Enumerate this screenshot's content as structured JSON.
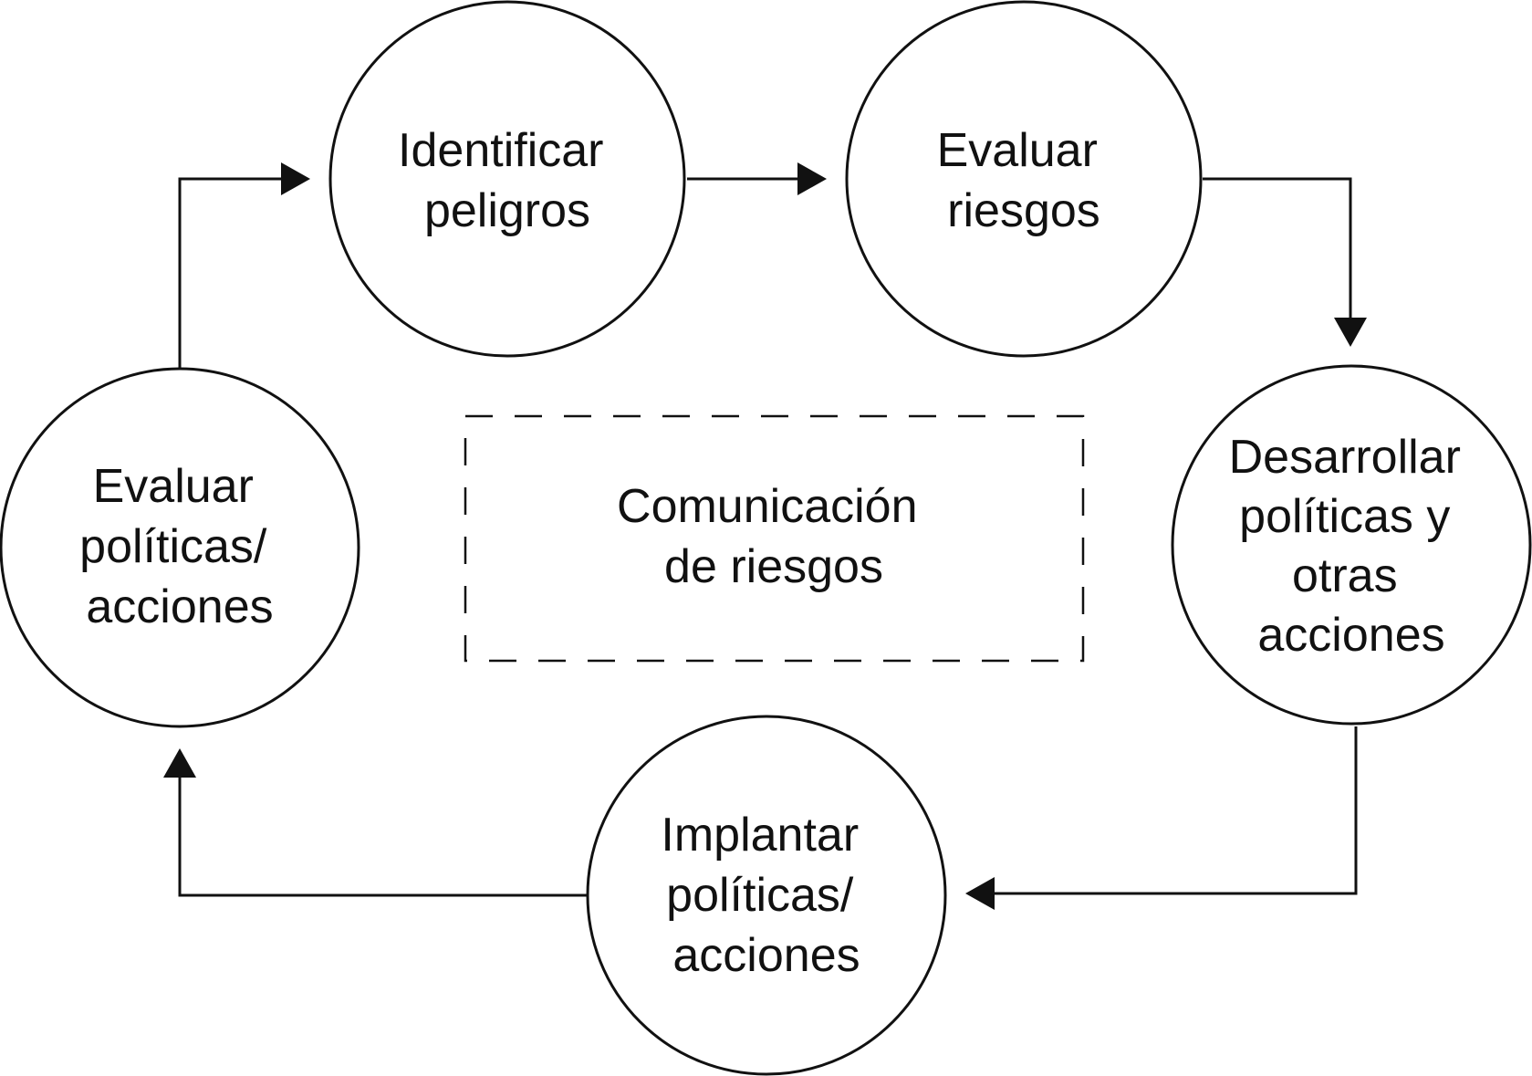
{
  "diagram": {
    "nodes": {
      "identificar": {
        "lines": [
          "Identificar",
          "peligros"
        ]
      },
      "evaluar_riesgos": {
        "lines": [
          "Evaluar",
          "riesgos"
        ]
      },
      "desarrollar": {
        "lines": [
          "Desarrollar",
          "políticas y",
          "otras",
          "acciones"
        ]
      },
      "implantar": {
        "lines": [
          "Implantar",
          "políticas/",
          "acciones"
        ]
      },
      "evaluar_politicas": {
        "lines": [
          "Evaluar",
          "políticas/",
          "acciones"
        ]
      }
    },
    "center": {
      "lines": [
        "Comunicación",
        "de riesgos"
      ]
    },
    "colors": {
      "stroke": "#111111",
      "background": "#ffffff"
    }
  }
}
